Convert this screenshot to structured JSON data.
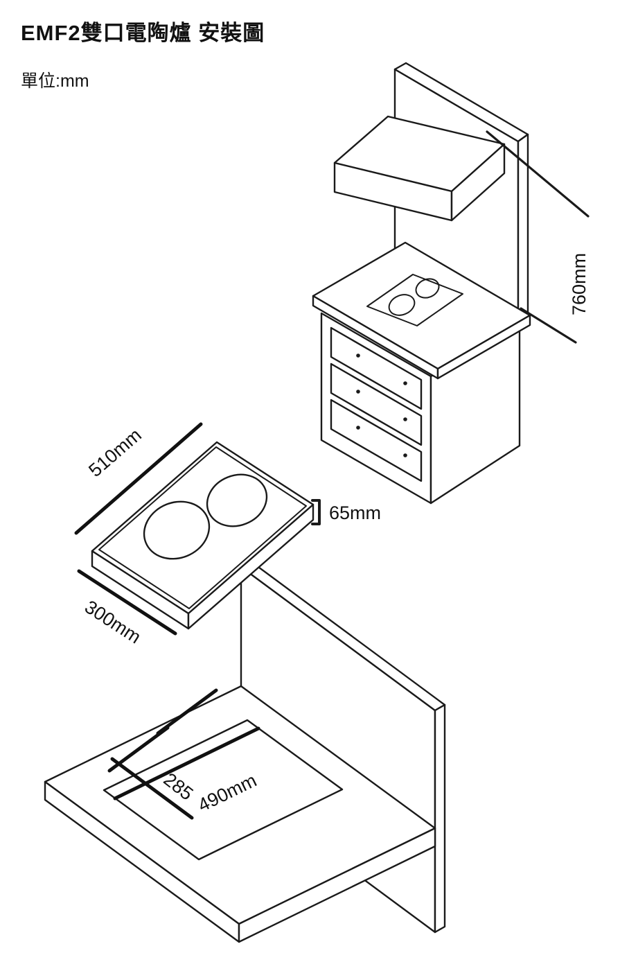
{
  "page": {
    "title": "EMF2雙口電陶爐 安裝圖",
    "unit_label": "單位:mm"
  },
  "style": {
    "ink": "#1a1a1a",
    "background": "#ffffff"
  },
  "figures": {
    "cabinet": {
      "name": "cabinet-with-range-hood",
      "clearance": "760mm"
    },
    "hob": {
      "name": "double-burner-hob",
      "width": "510mm",
      "depth": "300mm",
      "height": "65mm"
    },
    "cutout": {
      "name": "countertop-cutout",
      "depth": "285",
      "width": "490mm"
    }
  }
}
